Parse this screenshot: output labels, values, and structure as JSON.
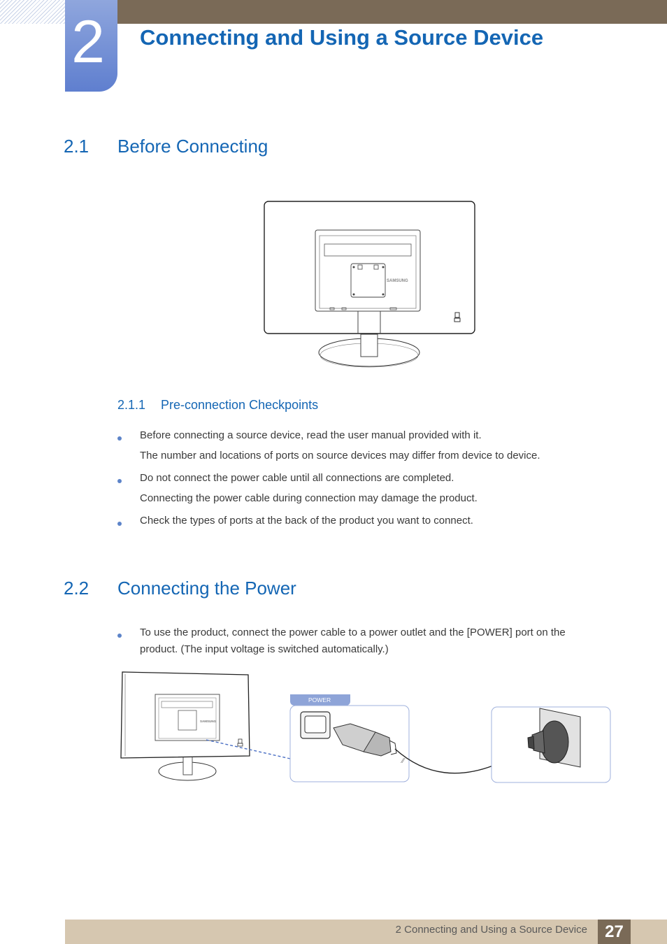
{
  "chapter": {
    "number": "2",
    "title": "Connecting and Using a Source Device"
  },
  "section_2_1": {
    "number": "2.1",
    "title": "Before Connecting"
  },
  "subsection_2_1_1": {
    "number": "2.1.1",
    "title": "Pre-connection Checkpoints",
    "items": [
      {
        "text": "Before connecting a source device, read the user manual provided with it.",
        "note": "The number and locations of ports on source devices may differ from device to device."
      },
      {
        "text": "Do not connect the power cable until all connections are completed.",
        "note": "Connecting the power cable during connection may damage the product."
      },
      {
        "text": "Check the types of ports at the back of the product you want to connect."
      }
    ]
  },
  "section_2_2": {
    "number": "2.2",
    "title": "Connecting the Power",
    "items": [
      {
        "line1": "To use the product, connect the power cable to a power outlet and the [POWER] port on the",
        "line2": "product. (The input voltage is switched automatically.)"
      }
    ]
  },
  "figures": {
    "brand_logo": "SAMSUNG",
    "power_port_label": "POWER"
  },
  "footer": {
    "text": "2 Connecting and Using a Source Device",
    "page": "27"
  },
  "colors": {
    "heading_blue": "#1466b4",
    "top_bar_brown": "#7a6a57",
    "footer_tan": "#d6c7b0",
    "chapter_tab_blue": "#6f8dd4",
    "bullet_blue": "#5d84c9"
  }
}
